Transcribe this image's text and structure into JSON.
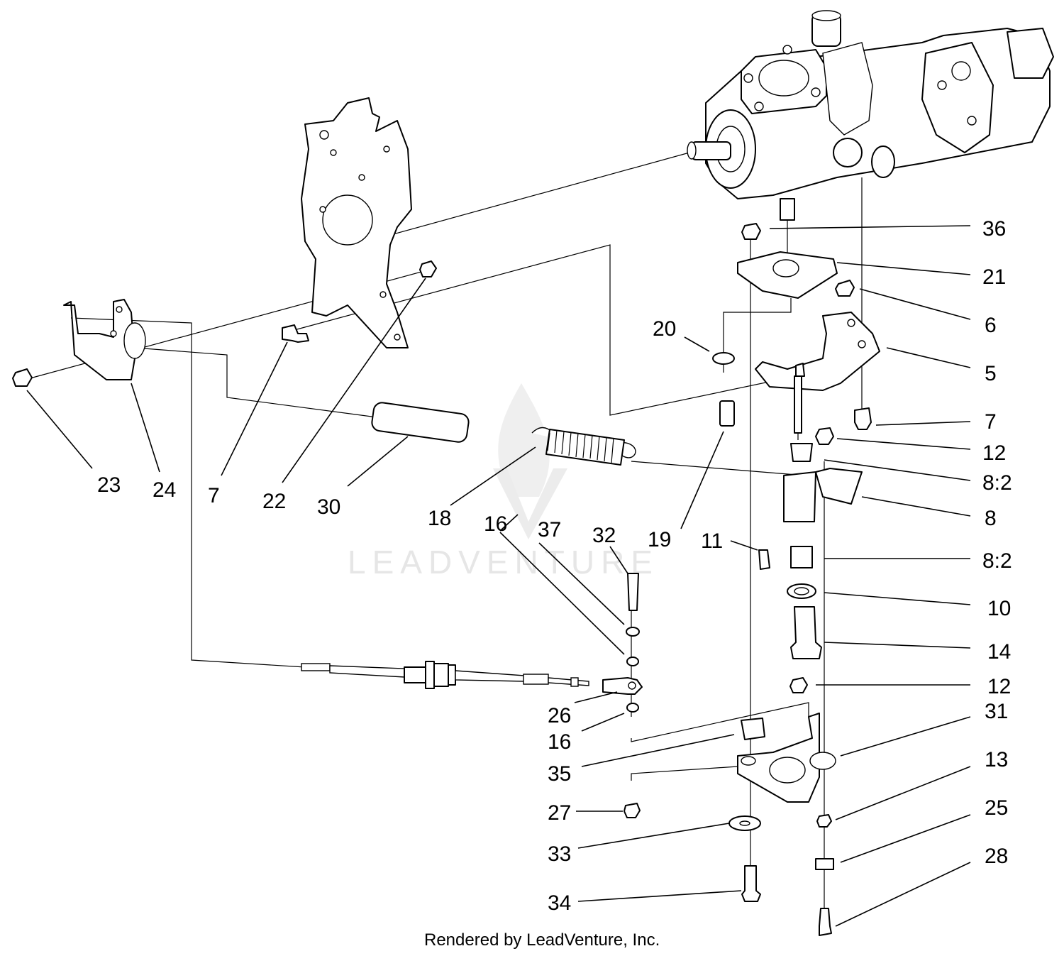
{
  "watermark": {
    "text": "LEADVENTURE"
  },
  "footer": {
    "text": "Rendered by LeadVenture, Inc."
  },
  "callouts": [
    {
      "id": "36",
      "text": "36"
    },
    {
      "id": "21",
      "text": "21"
    },
    {
      "id": "6",
      "text": "6"
    },
    {
      "id": "20",
      "text": "20"
    },
    {
      "id": "5",
      "text": "5"
    },
    {
      "id": "7r",
      "text": "7"
    },
    {
      "id": "12a",
      "text": "12"
    },
    {
      "id": "8_2a",
      "text": "8:2"
    },
    {
      "id": "8",
      "text": "8"
    },
    {
      "id": "19",
      "text": "19"
    },
    {
      "id": "11",
      "text": "11"
    },
    {
      "id": "8_2b",
      "text": "8:2"
    },
    {
      "id": "10",
      "text": "10"
    },
    {
      "id": "14",
      "text": "14"
    },
    {
      "id": "12b",
      "text": "12"
    },
    {
      "id": "31",
      "text": "31"
    },
    {
      "id": "13",
      "text": "13"
    },
    {
      "id": "25",
      "text": "25"
    },
    {
      "id": "28",
      "text": "28"
    },
    {
      "id": "23",
      "text": "23"
    },
    {
      "id": "24",
      "text": "24"
    },
    {
      "id": "7l",
      "text": "7"
    },
    {
      "id": "22",
      "text": "22"
    },
    {
      "id": "30",
      "text": "30"
    },
    {
      "id": "18",
      "text": "18"
    },
    {
      "id": "16a",
      "text": "16"
    },
    {
      "id": "37",
      "text": "37"
    },
    {
      "id": "32",
      "text": "32"
    },
    {
      "id": "26",
      "text": "26"
    },
    {
      "id": "16b",
      "text": "16"
    },
    {
      "id": "35",
      "text": "35"
    },
    {
      "id": "27",
      "text": "27"
    },
    {
      "id": "33",
      "text": "33"
    },
    {
      "id": "34",
      "text": "34"
    }
  ]
}
